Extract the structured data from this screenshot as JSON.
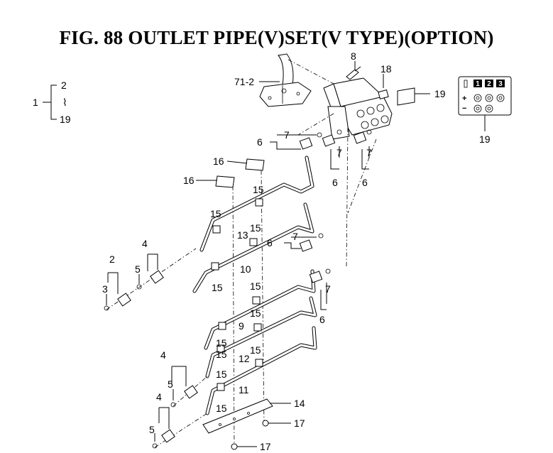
{
  "title": "FIG. 88  OUTLET PIPE(V)SET(V TYPE)(OPTION)",
  "range_label": {
    "start": "1",
    "from": "2",
    "sep": "⌇",
    "to": "19"
  },
  "callouts": {
    "c8": "8",
    "c71_2": "71-2",
    "c18": "18",
    "c19_top": "19",
    "c19_panel": "19",
    "c7_a": "7",
    "c6_a": "6",
    "c7_b": "7",
    "c7_c": "7",
    "c6_b": "6",
    "c6_c": "6",
    "c16_a": "16",
    "c16_b": "16",
    "c15_a": "15",
    "c15_b": "15",
    "c13": "13",
    "c15_c": "15",
    "c7_d": "7",
    "c6_d": "6",
    "c10": "10",
    "c15_d": "15",
    "c2": "2",
    "c4_a": "4",
    "c5_a": "5",
    "c3": "3",
    "c15_e": "15",
    "c15_f": "15",
    "c9": "9",
    "c15_g": "15",
    "c7_e": "7",
    "c6_e": "6",
    "c15_h": "15",
    "c15_i": "15",
    "c12": "12",
    "c15_j": "15",
    "c4_b": "4",
    "c5_b": "5",
    "c11": "11",
    "c14": "14",
    "c15_k": "15",
    "c4_c": "4",
    "c5_c": "5",
    "c17_a": "17",
    "c17_b": "17"
  },
  "panel": {
    "cols": [
      "1",
      "2",
      "3"
    ],
    "plus": "+",
    "minus": "−"
  }
}
